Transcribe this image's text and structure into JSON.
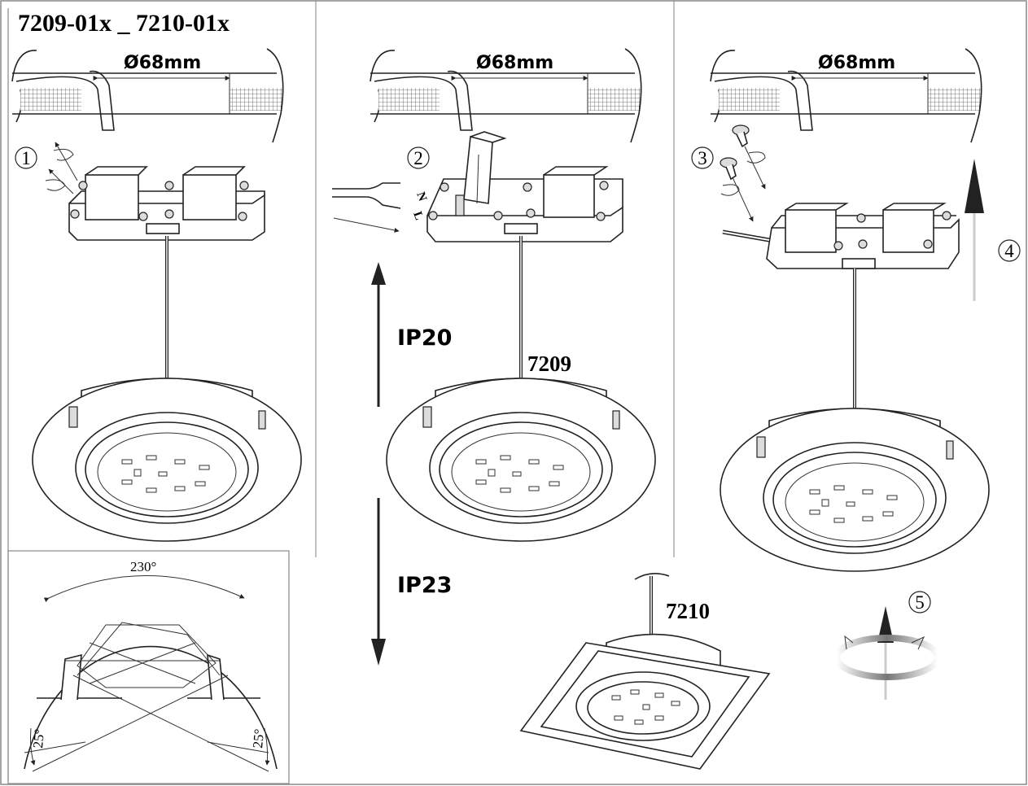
{
  "title": "7209-01x _ 7210-01x",
  "cutout_diameter": "Ø68mm",
  "steps": [
    "1",
    "2",
    "3",
    "4",
    "5"
  ],
  "wiring": {
    "neutral": "N",
    "live": "L"
  },
  "ip_ratings": {
    "upper": "IP20",
    "lower": "IP23"
  },
  "models": {
    "round": "7209",
    "square": "7210"
  },
  "tilt": {
    "rotation": "230°",
    "tilt_left": "25°",
    "tilt_right": "25°"
  },
  "colors": {
    "line": "#222222",
    "panel_border": "#888888"
  }
}
